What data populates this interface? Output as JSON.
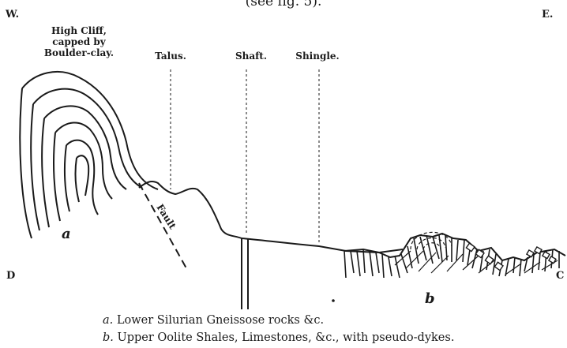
{
  "header": {
    "caption_fragment": "(see fig. 5).",
    "west": "W.",
    "east": "E."
  },
  "labels": {
    "cliff": [
      "High Cliff,",
      "capped by",
      "Boulder-clay."
    ],
    "talus": "Talus.",
    "shaft": "Shaft.",
    "shingle": "Shingle.",
    "fault": "Fault",
    "point_d": "D",
    "point_c": "C",
    "letter_a": "a",
    "letter_b": "b"
  },
  "legend": {
    "a_letter": "a.",
    "a_text": " Lower Silurian Gneissose rocks &c.",
    "b_letter": "b.",
    "b_text": " Upper Oolite Shales, Limestones, &c., with pseudo-dykes."
  }
}
